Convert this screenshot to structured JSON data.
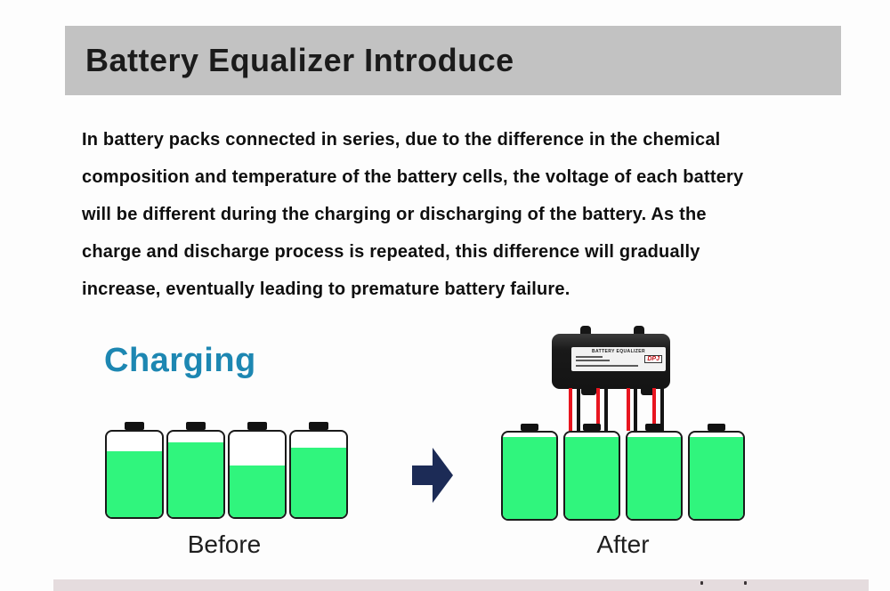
{
  "header": {
    "title": "Battery Equalizer Introduce"
  },
  "intro": {
    "lines": [
      "In battery packs connected in series, due to the difference in the chemical",
      "composition and temperature of the battery cells, the voltage of each battery",
      "will be different during the charging or discharging of the battery. As the",
      "charge and discharge process is repeated, this difference will gradually",
      "increase, eventually leading to premature battery failure."
    ]
  },
  "charging_label": "Charging",
  "diagram": {
    "before": {
      "label": "Before",
      "levels_percent": [
        77,
        87,
        60,
        81
      ]
    },
    "after": {
      "label": "After",
      "levels_percent": [
        95,
        95,
        95,
        95
      ]
    },
    "device": {
      "label": "BATTERY EQUALIZER",
      "brand": "DPJ"
    }
  },
  "colors": {
    "header_bg": "#c2c2c2",
    "battery_fill_green": "#30f57d",
    "charging_blue": "#1d87b2",
    "arrow_navy": "#1c2b56",
    "wire_red": "#e8151f",
    "wire_black": "#141414",
    "brand_red": "#c41016",
    "bottom_bar": "#e5dcde"
  }
}
